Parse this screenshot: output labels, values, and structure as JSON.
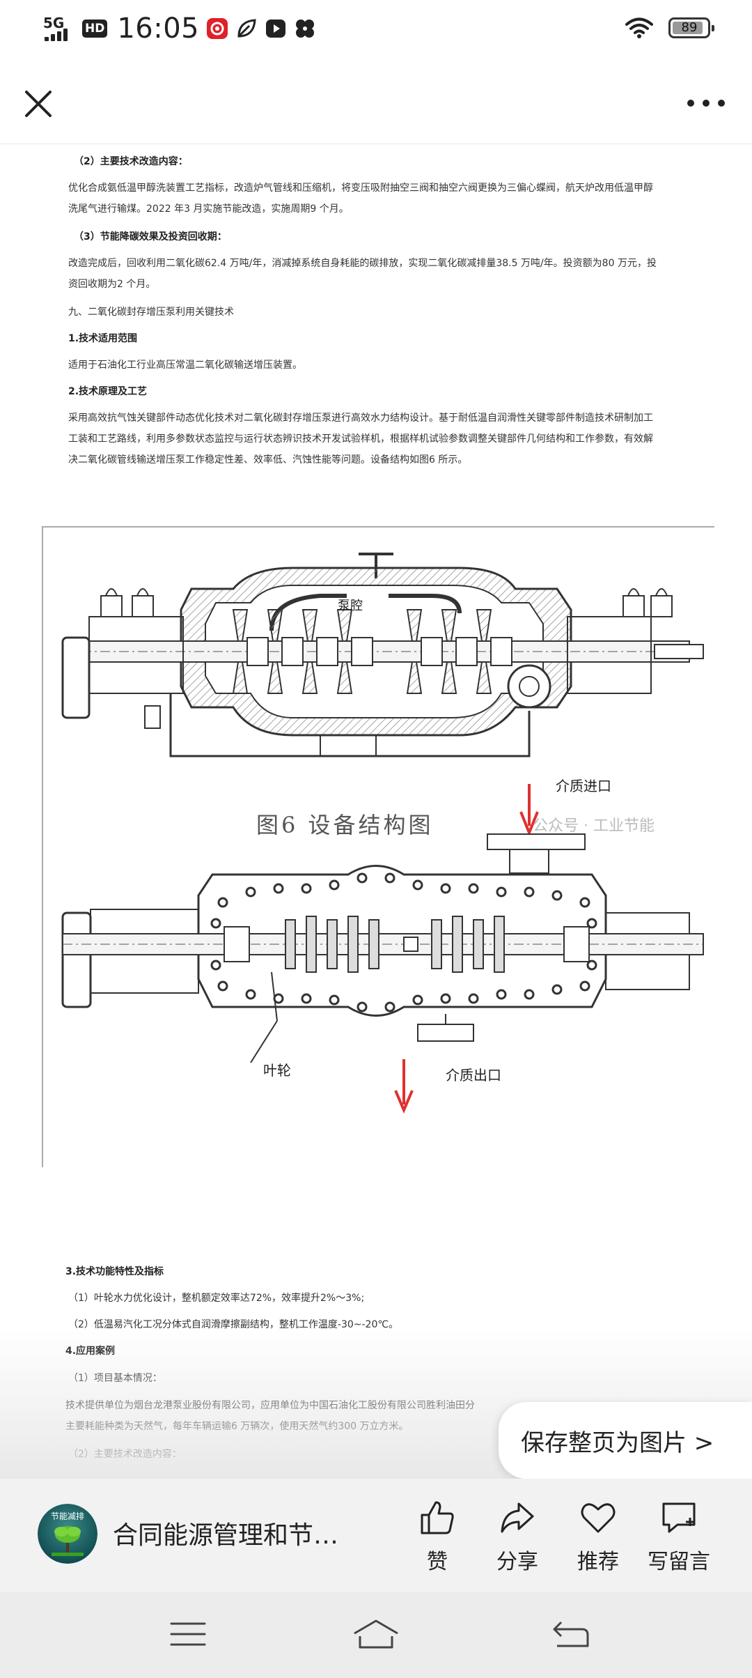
{
  "status_bar": {
    "network": "5G",
    "hd": "HD",
    "time": "16:05",
    "battery": "89",
    "battery_level": 0.89,
    "icons": [
      "signal-icon",
      "hd-icon",
      "app-notification-icon",
      "leaf-icon",
      "play-icon",
      "pinwheel-icon",
      "wifi-icon",
      "battery-icon"
    ]
  },
  "header": {
    "close_icon": "close-icon",
    "more_icon": "more-dots-icon"
  },
  "article": {
    "p1_heading": "（2）主要技术改造内容：",
    "p1_text_1": "优化合成氨低温甲醇洗装置工艺指标，改造炉气管线和压缩机，将变压吸附抽空三阀和抽空六阀更换为三偏心蝶阀，航天炉改用低温甲醇",
    "p1_text_2": "洗尾气进行输煤。2022 年3 月实施节能改造，实施周期9 个月。",
    "p2_heading": "（3）节能降碳效果及投资回收期：",
    "p2_text_1": "改造完成后，回收利用二氧化碳62.4 万吨/年，消减掉系统自身耗能的碳排放，实现二氧化碳减排量38.5 万吨/年。投资额为80 万元，投",
    "p2_text_2": "资回收期为2 个月。",
    "section_9": "九、二氧化碳封存增压泵利用关键技术",
    "s1_heading": "1.技术适用范围",
    "s1_text": "适用于石油化工行业高压常温二氧化碳输送增压装置。",
    "s2_heading": "2.技术原理及工艺",
    "s2_text_1": "采用高效抗气蚀关键部件动态优化技术对二氧化碳封存增压泵进行高效水力结构设计。基于耐低温自润滑性关键零部件制造技术研制加工",
    "s2_text_2": "工装和工艺路线，利用多参数状态监控与运行状态辨识技术开发试验样机，根据样机试验参数调整关键部件几何结构和工作参数，有效解",
    "s2_text_3": "决二氧化碳管线输送增压泵工作稳定性差、效率低、汽蚀性能等问题。设备结构如图6 所示。",
    "figure": {
      "label_pump_chamber": "泵腔",
      "label_inlet": "介质进口",
      "label_outlet": "介质出口",
      "label_impeller": "叶轮",
      "caption": "图6  设备结构图",
      "watermark": "公众号 · 工业节能"
    },
    "s3_heading": "3.技术功能特性及指标",
    "s3_item_1": "（1）叶轮水力优化设计，整机额定效率达72%，效率提升2%～3%;",
    "s3_item_2": "（2）低温易汽化工况分体式自润滑摩擦副结构，整机工作温度-30~-20℃。",
    "s4_heading": "4.应用案例",
    "s4_item_1": "（1）项目基本情况：",
    "s4_text_1": "技术提供单位为烟台龙港泵业股份有限公司，应用单位为中国石油化工股份有限公司胜利油田分",
    "s4_text_2": "主要耗能种类为天然气，每年车辆运输6 万辆次，使用天然气约300 万立方米。",
    "s4_item_2": "（2）主要技术改造内容："
  },
  "save_pill": {
    "label": "保存整页为图片 >"
  },
  "bottom_bar": {
    "avatar_text": "节能减排",
    "account_name": "合同能源管理和节…",
    "actions": [
      {
        "label": "赞",
        "icon": "thumbs-up-icon"
      },
      {
        "label": "分享",
        "icon": "share-arrow-icon"
      },
      {
        "label": "推荐",
        "icon": "heart-icon"
      },
      {
        "label": "写留言",
        "icon": "comment-add-icon"
      }
    ]
  },
  "nav_bar": {
    "icons": [
      "menu-icon",
      "home-icon",
      "back-icon"
    ]
  },
  "colors": {
    "text": "#333333",
    "bottom_bar_bg": "#f2f2f2",
    "nav_bar_bg": "#ececec",
    "arrow_red": "#e03030",
    "battery_fill": "#999999"
  }
}
